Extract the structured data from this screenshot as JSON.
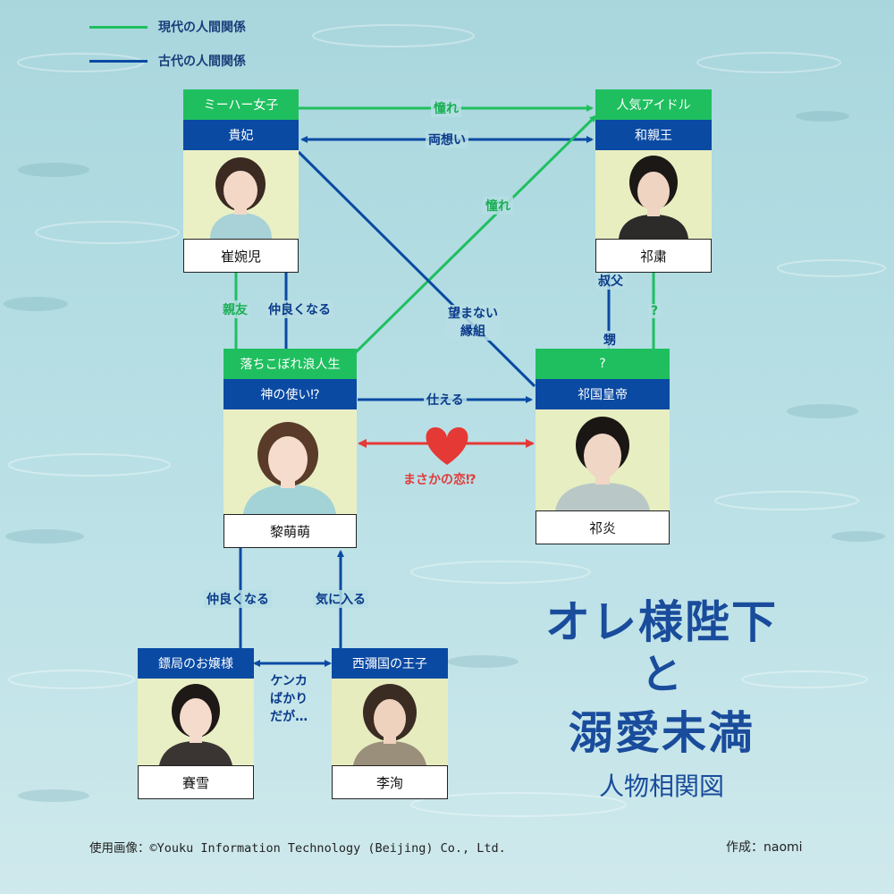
{
  "legend": {
    "modern": "現代の人間関係",
    "ancient": "古代の人間関係",
    "modern_color": "#1fbf5f",
    "ancient_color": "#0a4aa3"
  },
  "characters": {
    "cui": {
      "modern_role": "ミーハー女子",
      "ancient_role": "貴妃",
      "name": "崔婉児"
    },
    "qi_su": {
      "modern_role": "人気アイドル",
      "ancient_role": "和親王",
      "name": "祁粛"
    },
    "li": {
      "modern_role": "落ちこぼれ浪人生",
      "ancient_role": "神の使い⁉",
      "name": "黎萌萌"
    },
    "qi_yan": {
      "modern_role": "?",
      "ancient_role": "祁国皇帝",
      "name": "祁炎"
    },
    "sai": {
      "ancient_role": "鏢局のお嬢様",
      "name": "賽雪"
    },
    "li_tao": {
      "ancient_role": "西彌国の王子",
      "name": "李洵"
    }
  },
  "relations": {
    "akogare_top": "憧れ",
    "ryouomoi": "両想い",
    "akogare_diag": "憧れ",
    "shinyuu": "親友",
    "nakayoku_top": "仲良くなる",
    "nozomanai_1": "望まない",
    "nozomanai_2": "縁組",
    "oji": "叔父",
    "question": "?",
    "oi": "甥",
    "tsukaeru": "仕える",
    "masaka": "まさかの恋⁉",
    "nakayoku_bottom": "仲良くなる",
    "ki_ni_iru": "気に入る",
    "kenka_1": "ケンカ",
    "kenka_2": "ばかり",
    "kenka_3": "だが…"
  },
  "title": {
    "line1": "オレ様陛下",
    "line2": "と",
    "line3": "溺愛未満",
    "subtitle": "人物相関図"
  },
  "credits": {
    "image_source": "使用画像：©Youku Information Technology (Beijing) Co., Ltd.",
    "author": "作成：naomi"
  },
  "colors": {
    "heart": "#e53935",
    "title": "#1a4c9c"
  }
}
